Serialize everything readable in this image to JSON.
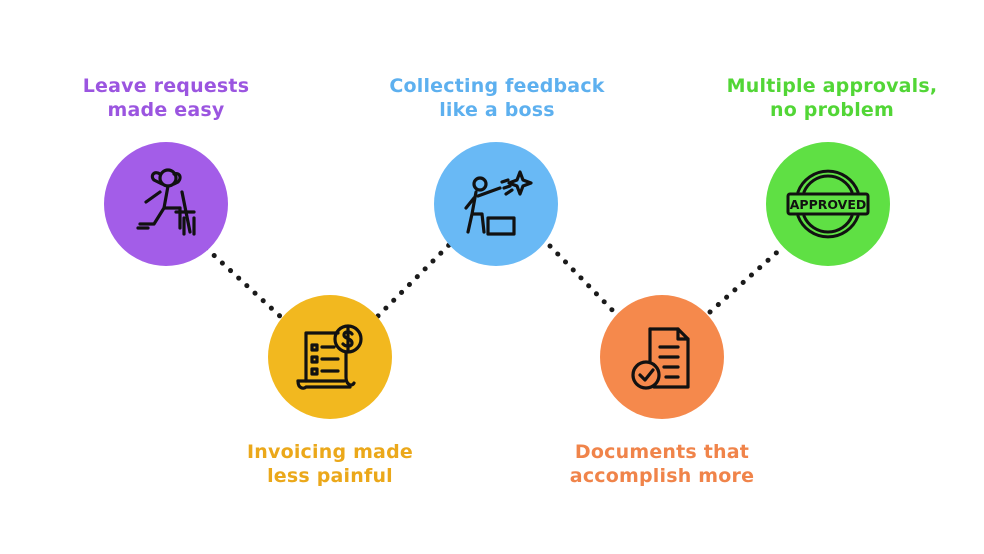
{
  "steps": [
    {
      "line1": "Leave requests",
      "line2": "made easy",
      "color": "#a35de8",
      "text_color": "#9b55e0",
      "icon": "relaxing-person-icon"
    },
    {
      "line1": "Invoicing made",
      "line2": "less painful",
      "color": "#f2b81f",
      "text_color": "#eba81a",
      "icon": "invoice-dollar-icon"
    },
    {
      "line1": "Collecting feedback",
      "line2": "like a boss",
      "color": "#69b9f5",
      "text_color": "#5db0ef",
      "icon": "person-pointing-star-icon"
    },
    {
      "line1": "Documents that",
      "line2": "accomplish more",
      "color": "#f5894c",
      "text_color": "#f0844a",
      "icon": "document-check-icon"
    },
    {
      "line1": "Multiple approvals,",
      "line2": "no problem",
      "color": "#5fe044",
      "text_color": "#52d636",
      "icon": "approved-stamp-icon"
    }
  ],
  "stamp_text": "APPROVED"
}
